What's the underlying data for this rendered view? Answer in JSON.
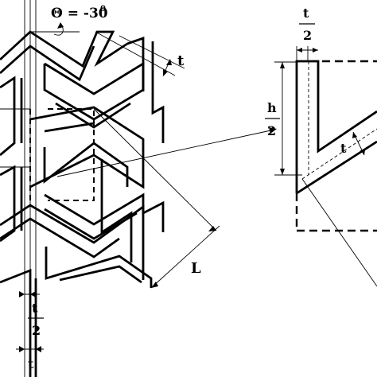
{
  "labels": {
    "theta": "Θ = -30",
    "theta_sup": "0",
    "t_top": "t",
    "L": "L",
    "t_half_num": "t",
    "t_half_den": "2",
    "t_bottom": "t",
    "detail_t_num": "t",
    "detail_t_den": "2",
    "h_num": "h",
    "h_den": "2",
    "detail_t": "t"
  }
}
